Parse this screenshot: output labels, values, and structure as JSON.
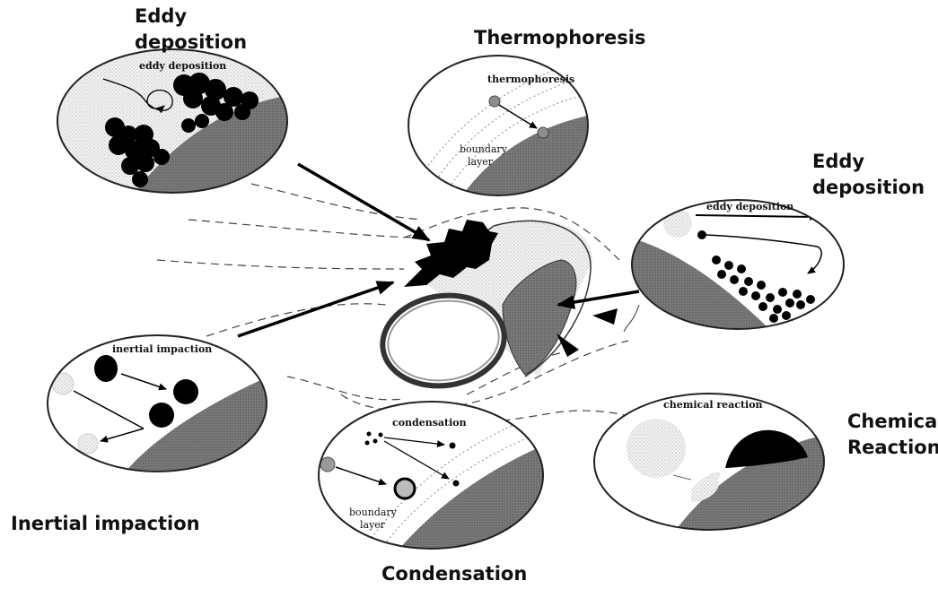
{
  "labels": {
    "eddy_top": "Eddy deposition",
    "thermophoresis": "Thermophoresis",
    "eddy_right": "Eddy deposition",
    "inertial": "Inertial impaction",
    "condensation": "Condensation",
    "chemical": "Chemical Reaction"
  },
  "insets": {
    "eddy_top": "eddy deposition",
    "thermophoresis": "thermophoresis",
    "thermo_boundary": [
      "boundary",
      "layer"
    ],
    "eddy_right": "eddy deposition",
    "inertial": "inertial impaction",
    "condensation": "condensation",
    "cond_boundary": [
      "boundary",
      "layer"
    ],
    "chemical": "chemical reaction"
  }
}
